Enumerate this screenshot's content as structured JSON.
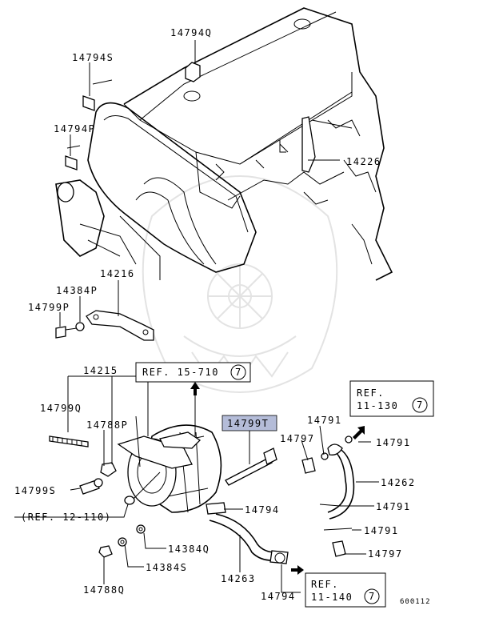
{
  "diagram": {
    "labels": {
      "l14794Q": "14794Q",
      "l14794S": "14794S",
      "l14794P": "14794P",
      "l14226": "14226",
      "l14216": "14216",
      "l14384P": "14384P",
      "l14799P": "14799P",
      "l14215": "14215",
      "l14799Q": "14799Q",
      "l14788P": "14788P",
      "l14799S": "14799S",
      "l14799T": "14799T",
      "l14791a": "14791",
      "l14797a": "14797",
      "l14791b": "14791",
      "l14262": "14262",
      "l14791c": "14791",
      "l14794": "14794",
      "l14791d": "14791",
      "l14384Q": "14384Q",
      "l14797b": "14797",
      "l14384S": "14384S",
      "l14788Q": "14788Q",
      "l14263": "14263",
      "l14794b": "14794"
    },
    "refs": {
      "ref1": {
        "text": "REF. 15-710",
        "num": "7"
      },
      "ref2_line1": "REF.",
      "ref2_line2": "11-130",
      "ref2_num": "7",
      "ref3": "(REF. 12-110)",
      "ref4_line1": "REF.",
      "ref4_line2": "11-140",
      "ref4_num": "7"
    },
    "code": "600112"
  },
  "colors": {
    "highlight": "#b4bcd8",
    "line": "#000000",
    "watermark": "#e3e3e3"
  }
}
